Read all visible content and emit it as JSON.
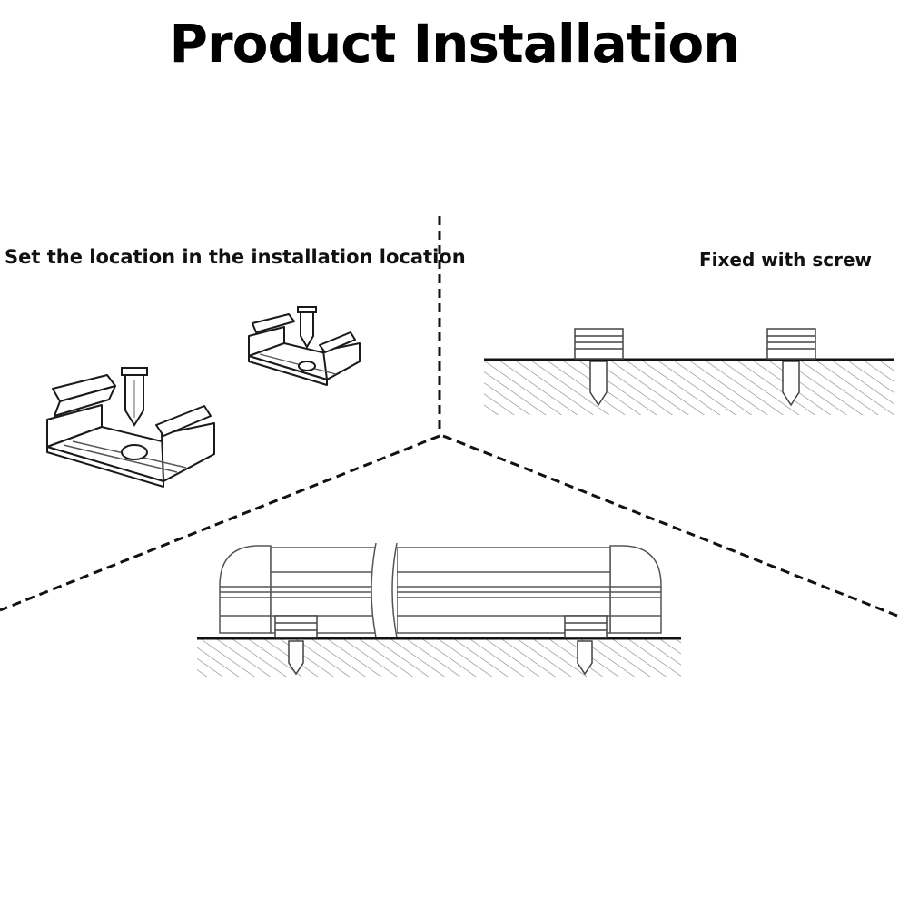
{
  "title": "Product Installation",
  "steps": {
    "step1": "Set the location in the installation location",
    "step2": "Fixed with screw"
  },
  "colors": {
    "line": "#1a1a1a",
    "hatch": "#8a8a8a",
    "background": "#ffffff"
  }
}
